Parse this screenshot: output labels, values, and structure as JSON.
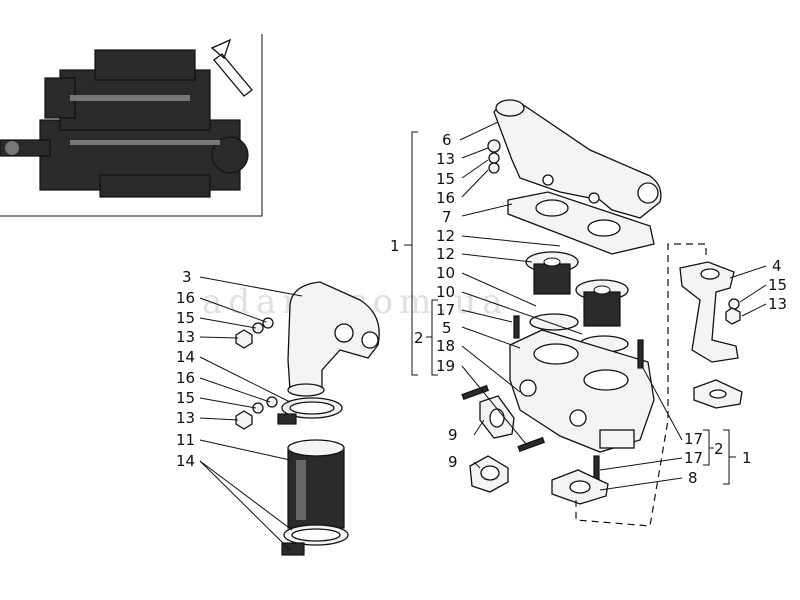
{
  "watermark": "adara.com.ua",
  "labels_right_top": [
    "6",
    "13",
    "15",
    "16",
    "7",
    "12",
    "12",
    "10",
    "10",
    "17",
    "5",
    "18",
    "19"
  ],
  "group_1_top": "1",
  "group_2_top": "2",
  "labels_right_side": [
    "4",
    "15",
    "13"
  ],
  "labels_left": [
    "3",
    "16",
    "15",
    "13",
    "14",
    "16",
    "15",
    "13",
    "11",
    "14"
  ],
  "labels_bottom_left": [
    "9",
    "9"
  ],
  "labels_bottom_right": [
    "17",
    "17",
    "8"
  ],
  "group_2_bottom": "2",
  "group_1_bottom": "1",
  "colors": {
    "ink": "#111111",
    "watermark": "#c8c8c8",
    "background": "#ffffff"
  }
}
